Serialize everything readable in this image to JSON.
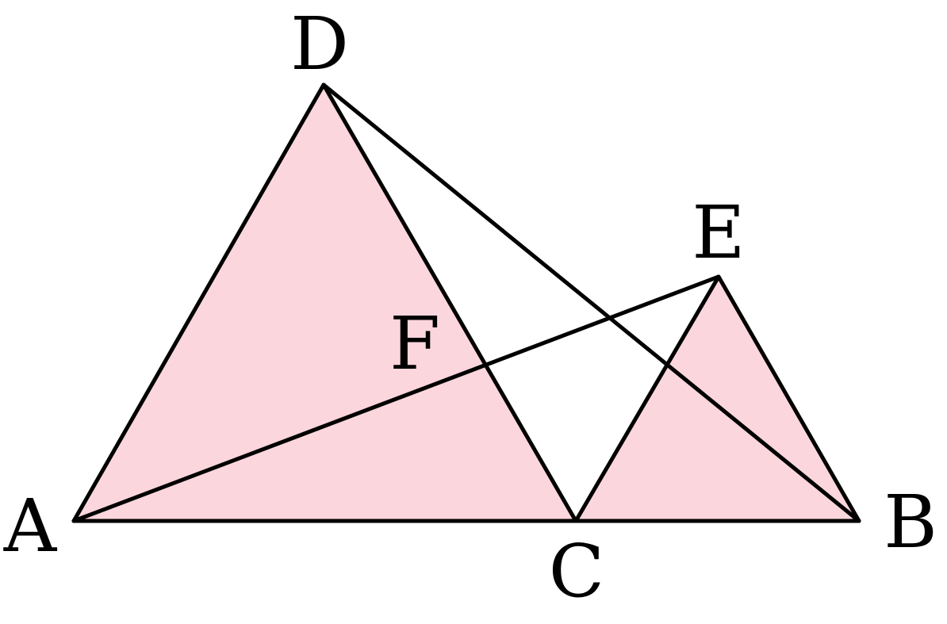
{
  "figure": {
    "colors": {
      "fill": "#fbd6dc",
      "stroke": "#000000",
      "background": "#ffffff"
    },
    "points": [
      {
        "id": "A",
        "label": "A"
      },
      {
        "id": "B",
        "label": "B"
      },
      {
        "id": "C",
        "label": "C"
      },
      {
        "id": "D",
        "label": "D"
      },
      {
        "id": "E",
        "label": "E"
      },
      {
        "id": "F",
        "label": "F"
      }
    ],
    "shaded_triangles": [
      [
        "A",
        "C",
        "D"
      ],
      [
        "C",
        "B",
        "E"
      ]
    ],
    "segments": [
      [
        "A",
        "B"
      ],
      [
        "A",
        "D"
      ],
      [
        "D",
        "C"
      ],
      [
        "C",
        "E"
      ],
      [
        "E",
        "B"
      ],
      [
        "A",
        "E"
      ],
      [
        "D",
        "B"
      ]
    ]
  }
}
